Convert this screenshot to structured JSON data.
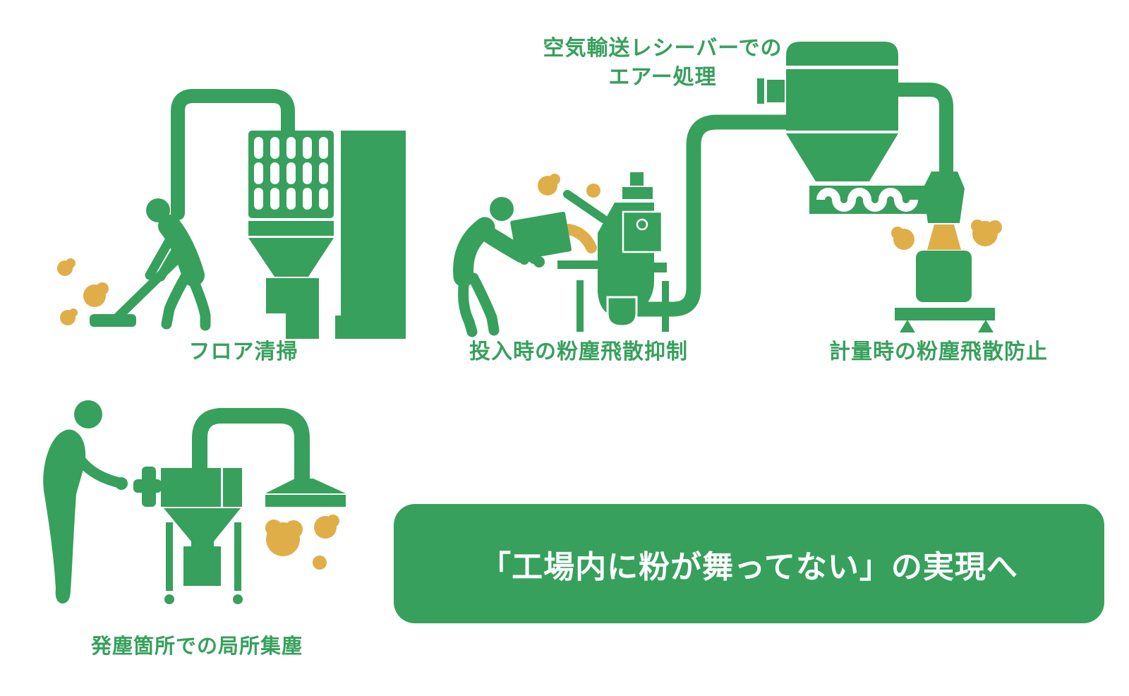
{
  "colors": {
    "green": "#37A05C",
    "yellow": "#E0AE48",
    "banner_text": "#FFFFFF",
    "background": "#FFFFFF"
  },
  "labels": {
    "air_receiver": {
      "line1": "空気輸送レシーバーでの",
      "line2": "エアー処理"
    },
    "floor_cleaning": "フロア清掃",
    "charging": "投入時の粉塵飛散抑制",
    "weighing": "計量時の粉塵飛散防止",
    "local_dust_collection": "発塵箇所での局所集塵"
  },
  "banner": {
    "text": "「工場内に粉が舞ってない」の実現へ"
  },
  "icons": [
    "floor-cleaning-pictogram",
    "charging-pictogram",
    "air-receiver-weighing-pictogram",
    "local-dust-collection-pictogram"
  ]
}
